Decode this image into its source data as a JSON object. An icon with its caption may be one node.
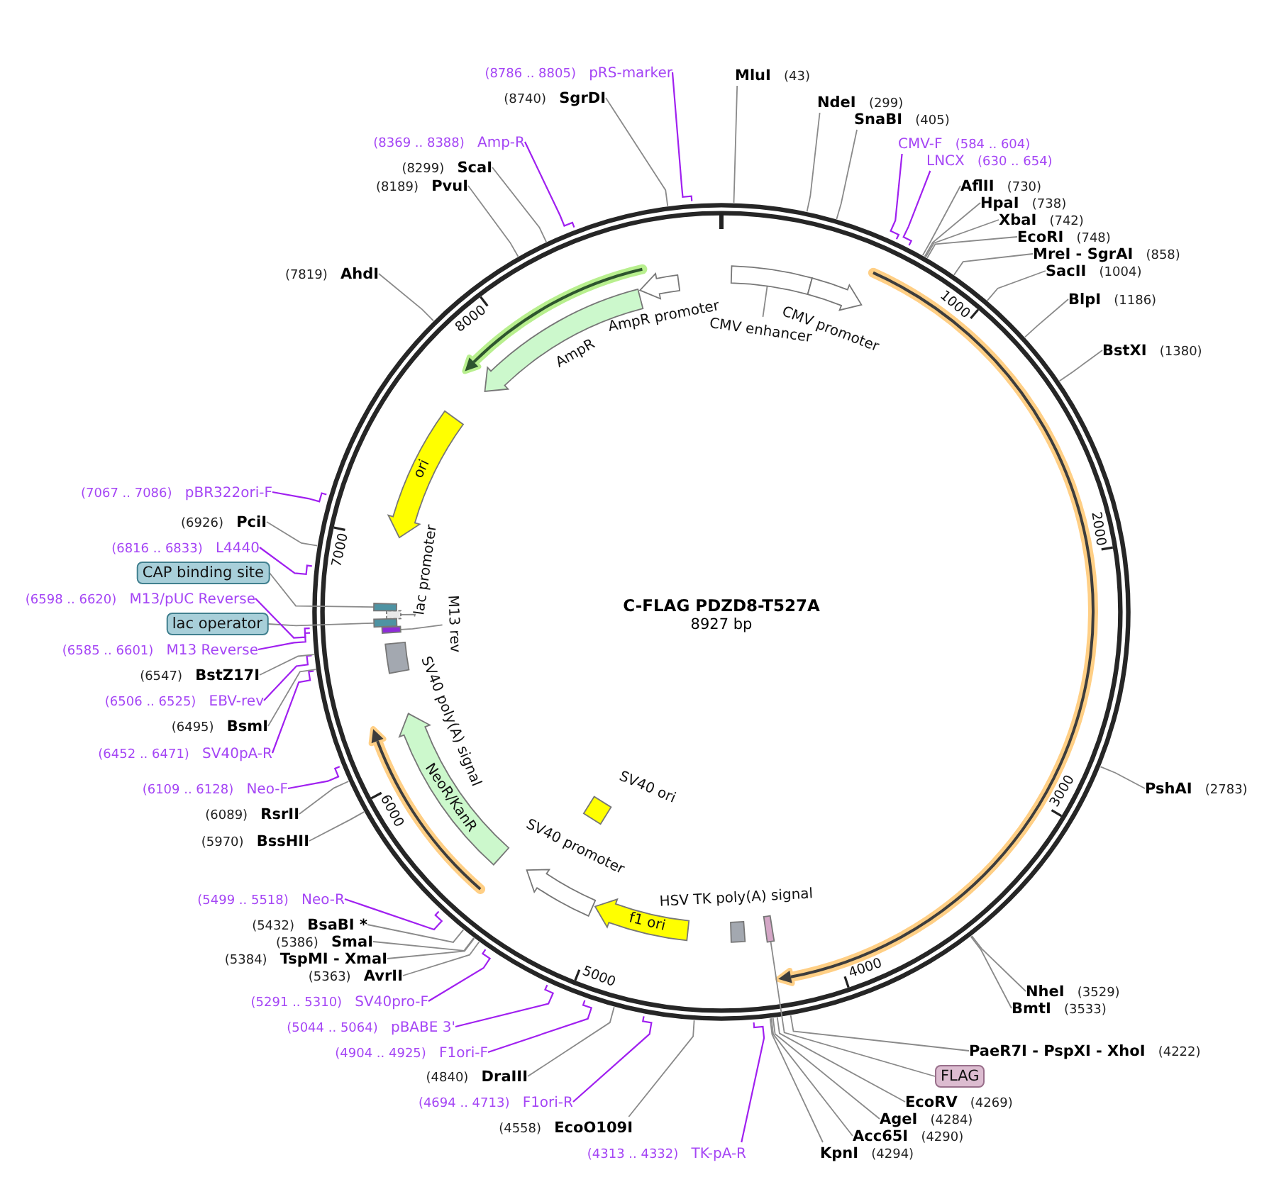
{
  "diagram": {
    "title": "C-FLAG PDZD8-T527A",
    "nodes": [
      {
        "text": [
          "MluI",
          "(43)"
        ]
      },
      {
        "text": [
          "NdeI",
          "(299)"
        ]
      },
      {
        "text": [
          "SnaBI",
          "(405)"
        ]
      },
      {
        "text": [
          "CMV-F",
          "(584 .. 604)"
        ]
      },
      {
        "text": [
          "LNCX",
          "(630 .. 654)"
        ]
      },
      {
        "text": [
          "AflII",
          "(730)"
        ]
      },
      {
        "text": [
          "HpaI",
          "(738)"
        ]
      },
      {
        "text": [
          "XbaI",
          "(742)"
        ]
      },
      {
        "text": [
          "EcoRI",
          "(748)"
        ]
      },
      {
        "text": [
          "MreI - SgrAI",
          "(858)"
        ]
      },
      {
        "text": [
          "SacII",
          "(1004)"
        ]
      },
      {
        "text": [
          "BlpI",
          "(1186)"
        ]
      },
      {
        "text": [
          "BstXI",
          "(1380)"
        ]
      },
      {
        "text": [
          "PshAI",
          "(2783)"
        ]
      },
      {
        "text": [
          "NheI",
          "(3529)"
        ]
      },
      {
        "text": [
          "BmtI",
          "(3533)"
        ]
      },
      {
        "text": [
          "PaeR7I - PspXI - XhoI",
          "(4222)"
        ]
      },
      {
        "text": [
          "FLAG"
        ]
      },
      {
        "text": [
          "EcoRV",
          "(4269)"
        ]
      },
      {
        "text": [
          "AgeI",
          "(4284)"
        ]
      },
      {
        "text": [
          "Acc65I",
          "(4290)"
        ]
      },
      {
        "text": [
          "KpnI",
          "(4294)"
        ]
      },
      {
        "text": [
          "(4313 .. 4332)",
          "TK-pA-R"
        ]
      },
      {
        "text": [
          "(4558)",
          "EcoO109I"
        ]
      },
      {
        "text": [
          "(4694 .. 4713)",
          "F1ori-R"
        ]
      },
      {
        "text": [
          "(4840)",
          "DraIII"
        ]
      },
      {
        "text": [
          "(4904 .. 4925)",
          "F1ori-F"
        ]
      },
      {
        "text": [
          "(5044 .. 5064)",
          "pBABE 3'"
        ]
      },
      {
        "text": [
          "(5291 .. 5310)",
          "SV40pro-F"
        ]
      },
      {
        "text": [
          "(5363)",
          "AvrII"
        ]
      },
      {
        "text": [
          "(5384)",
          "TspMI - XmaI"
        ]
      },
      {
        "text": [
          "(5386)",
          "SmaI"
        ]
      },
      {
        "text": [
          "(5432)",
          "BsaBI *"
        ]
      },
      {
        "text": [
          "(5499 .. 5518)",
          "Neo-R"
        ]
      },
      {
        "text": [
          "(5970)",
          "BssHII"
        ]
      },
      {
        "text": [
          "(6089)",
          "RsrII"
        ]
      },
      {
        "text": [
          "(6109 .. 6128)",
          "Neo-F"
        ]
      },
      {
        "text": [
          "(6452 .. 6471)",
          "SV40pA-R"
        ]
      },
      {
        "text": [
          "(6495)",
          "BsmI"
        ]
      },
      {
        "text": [
          "(6506 .. 6525)",
          "EBV-rev"
        ]
      },
      {
        "text": [
          "(6547)",
          "BstZ17I"
        ]
      },
      {
        "text": [
          "(6585 .. 6601)",
          "M13 Reverse"
        ]
      },
      {
        "text": [
          "lac operator"
        ]
      },
      {
        "text": [
          "(6598 .. 6620)",
          "M13/pUC Reverse"
        ]
      },
      {
        "text": [
          "CAP binding site"
        ]
      },
      {
        "text": [
          "(6816 .. 6833)",
          "L4440"
        ]
      },
      {
        "text": [
          "(6926)",
          "PciI"
        ]
      },
      {
        "text": [
          "(7067 .. 7086)",
          "pBR322ori-F"
        ]
      },
      {
        "text": [
          "(7819)",
          "AhdI"
        ]
      },
      {
        "text": [
          "(8189)",
          "PvuI"
        ]
      },
      {
        "text": [
          "(8299)",
          "ScaI"
        ]
      },
      {
        "text": [
          "(8369 .. 8388)",
          "Amp-R"
        ]
      },
      {
        "text": [
          "(8740)",
          "SgrDI"
        ]
      },
      {
        "text": [
          "(8786 .. 8805)",
          "pRS-marker"
        ]
      },
      {
        "text": [],
        "shape": "box"
      },
      {
        "text": [
          "CMV enhancer"
        ]
      },
      {
        "text": [
          "CMV promoter"
        ]
      },
      {
        "text": [
          "AmpR promoter"
        ]
      },
      {
        "text": [
          "AmpR"
        ]
      },
      {
        "text": [
          "ori"
        ]
      },
      {
        "text": [
          "lac promoter"
        ]
      },
      {
        "text": [],
        "shape": "box"
      },
      {
        "text": [],
        "shape": "box"
      },
      {
        "text": [],
        "shape": "box"
      },
      {
        "text": [
          "M13 rev"
        ]
      },
      {
        "text": [],
        "shape": "box"
      },
      {
        "text": [
          "SV40 poly(A) signal"
        ]
      },
      {
        "text": [
          "NeoR/KanR"
        ]
      },
      {
        "text": [
          "SV40 ori"
        ]
      },
      {
        "text": [
          "SV40 promoter"
        ]
      },
      {
        "text": [
          "f1 ori"
        ]
      },
      {
        "text": [
          "HSV TK poly(A) signal"
        ]
      },
      {
        "text": [],
        "shape": "box"
      }
    ],
    "edges": [
      {
        "from": 0,
        "to": null,
        "arrow": "none"
      },
      {
        "from": 1,
        "to": null,
        "arrow": "none"
      },
      {
        "from": 2,
        "to": null,
        "arrow": "none"
      },
      {
        "from": 3,
        "to": null,
        "arrow": "none",
        "color": "#a020f0"
      },
      {
        "from": 4,
        "to": null,
        "arrow": "none",
        "color": "#a020f0"
      },
      {
        "from": 5,
        "to": null,
        "arrow": "none"
      },
      {
        "from": 6,
        "to": null,
        "arrow": "none"
      },
      {
        "from": 7,
        "to": null,
        "arrow": "none"
      },
      {
        "from": 8,
        "to": null,
        "arrow": "none"
      },
      {
        "from": 9,
        "to": null,
        "arrow": "none"
      },
      {
        "from": 10,
        "to": null,
        "arrow": "none"
      },
      {
        "from": 11,
        "to": null,
        "arrow": "none"
      },
      {
        "from": 12,
        "to": null,
        "arrow": "none"
      },
      {
        "from": 13,
        "to": null,
        "arrow": "none"
      },
      {
        "from": 14,
        "to": null,
        "arrow": "none"
      },
      {
        "from": 15,
        "to": null,
        "arrow": "none"
      },
      {
        "from": 16,
        "to": null,
        "arrow": "none"
      },
      {
        "from": 17,
        "to": 72,
        "arrow": "none"
      },
      {
        "from": 18,
        "to": null,
        "arrow": "none"
      },
      {
        "from": 19,
        "to": null,
        "arrow": "none"
      },
      {
        "from": 20,
        "to": null,
        "arrow": "none"
      },
      {
        "from": 21,
        "to": null,
        "arrow": "none"
      },
      {
        "from": 22,
        "to": null,
        "arrow": "none",
        "color": "#a020f0"
      },
      {
        "from": 23,
        "to": null,
        "arrow": "none"
      },
      {
        "from": 24,
        "to": null,
        "arrow": "none",
        "color": "#a020f0"
      },
      {
        "from": 25,
        "to": null,
        "arrow": "none"
      },
      {
        "from": 26,
        "to": null,
        "arrow": "none",
        "color": "#a020f0"
      },
      {
        "from": 27,
        "to": null,
        "arrow": "none",
        "color": "#a020f0"
      },
      {
        "from": 28,
        "to": null,
        "arrow": "none",
        "color": "#a020f0"
      },
      {
        "from": 29,
        "to": null,
        "arrow": "none"
      },
      {
        "from": 30,
        "to": null,
        "arrow": "none"
      },
      {
        "from": 31,
        "to": null,
        "arrow": "none"
      },
      {
        "from": 32,
        "to": null,
        "arrow": "none"
      },
      {
        "from": 33,
        "to": null,
        "arrow": "none",
        "color": "#a020f0"
      },
      {
        "from": 34,
        "to": null,
        "arrow": "none"
      },
      {
        "from": 35,
        "to": null,
        "arrow": "none"
      },
      {
        "from": 36,
        "to": null,
        "arrow": "none",
        "color": "#a020f0"
      },
      {
        "from": 37,
        "to": null,
        "arrow": "none",
        "color": "#a020f0"
      },
      {
        "from": 38,
        "to": null,
        "arrow": "none"
      },
      {
        "from": 39,
        "to": null,
        "arrow": "none",
        "color": "#a020f0"
      },
      {
        "from": 40,
        "to": null,
        "arrow": "none"
      },
      {
        "from": 41,
        "to": null,
        "arrow": "none",
        "color": "#a020f0"
      },
      {
        "from": 42,
        "to": 63,
        "arrow": "none"
      },
      {
        "from": 43,
        "to": null,
        "arrow": "none",
        "color": "#a020f0"
      },
      {
        "from": 44,
        "to": 62,
        "arrow": "none"
      },
      {
        "from": 45,
        "to": null,
        "arrow": "none",
        "color": "#a020f0"
      },
      {
        "from": 46,
        "to": null,
        "arrow": "none"
      },
      {
        "from": 47,
        "to": null,
        "arrow": "none",
        "color": "#a020f0"
      },
      {
        "from": 48,
        "to": null,
        "arrow": "none"
      },
      {
        "from": 49,
        "to": null,
        "arrow": "none"
      },
      {
        "from": 50,
        "to": null,
        "arrow": "none"
      },
      {
        "from": 51,
        "to": null,
        "arrow": "none",
        "color": "#a020f0"
      },
      {
        "from": 52,
        "to": null,
        "arrow": "none"
      },
      {
        "from": 53,
        "to": null,
        "arrow": "none",
        "color": "#a020f0"
      },
      {
        "from": 55,
        "to": 54,
        "arrow": "none"
      },
      {
        "from": 60,
        "to": 61,
        "arrow": "none"
      },
      {
        "from": 64,
        "to": 65,
        "arrow": "none"
      }
    ],
    "labels": [
      "1000",
      "2000",
      "3000",
      "4000",
      "5000",
      "6000",
      "7000",
      "8000",
      "8927 bp"
    ]
  }
}
